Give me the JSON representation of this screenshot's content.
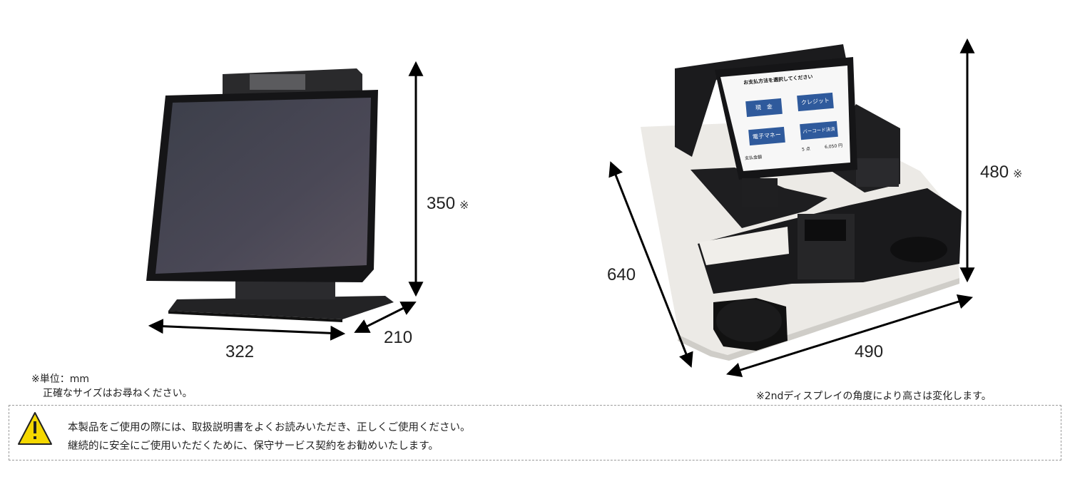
{
  "left_product": {
    "dim_height": "350",
    "dim_width": "322",
    "dim_depth": "210",
    "asterisk": "※",
    "unit_note": "※単位：mm",
    "size_note": "正確なサイズはお尋ねください。"
  },
  "right_product": {
    "dim_height": "480",
    "dim_depth": "640",
    "dim_width": "490",
    "asterisk": "※",
    "angle_note": "※2ndディスプレイの角度により高さは変化します。",
    "screen": {
      "title": "お支払方法を選択してください",
      "cash": "現　金",
      "credit": "クレジット",
      "emoney": "電子マネー",
      "barcode": "バーコード決済",
      "total_label": "支払金額",
      "qty": "5 点",
      "amount": "6,050 円"
    }
  },
  "notice": {
    "line1": "本製品をご使用の際には、取扱説明書をよくお読みいただき、正しくご使用ください。",
    "line2": "継続的に安全にご使用いただくために、保守サービス契約をお勧めいたします。"
  },
  "colors": {
    "warning": "#f5d800",
    "device_dark": "#1e1e20",
    "button_blue": "#2f5a9c"
  }
}
